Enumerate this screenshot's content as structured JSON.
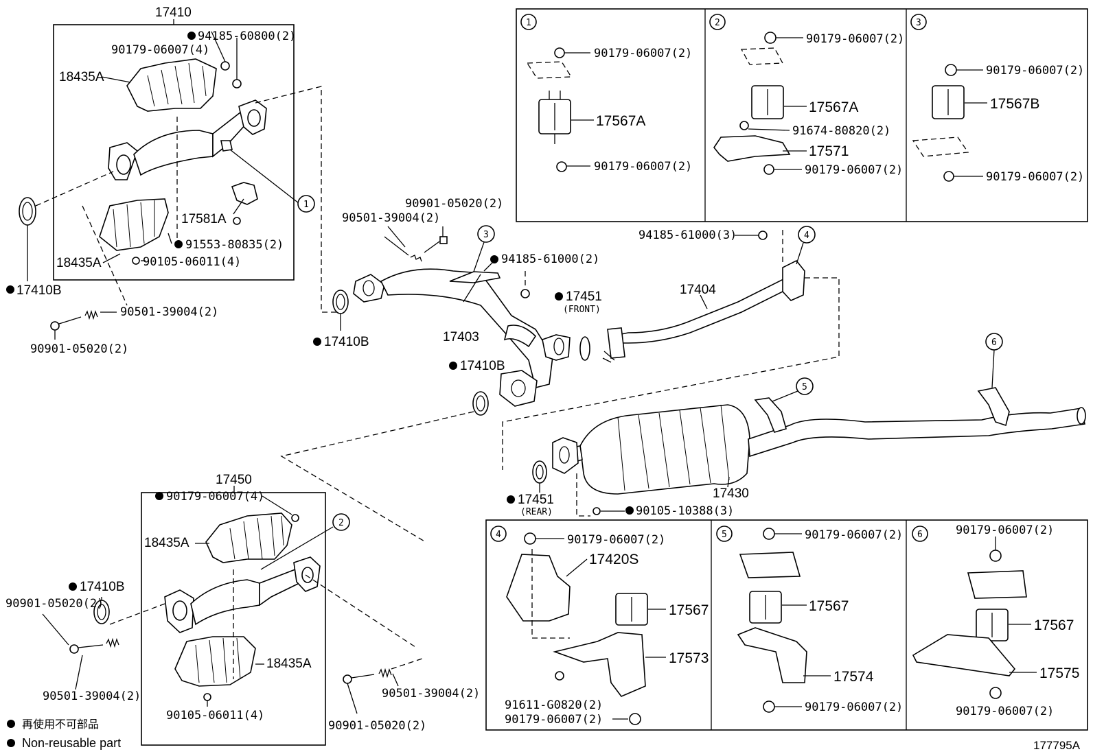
{
  "diagram_id": "177795A",
  "legend": {
    "jp": "再使用不可部品",
    "en": "Non-reusable part"
  },
  "labels": {
    "g17410": "17410",
    "g17450": "17450",
    "p94185_60800": "94185-60800(2)",
    "p90179_06007_4a": "90179-06007(4)",
    "p18435A_1": "18435A",
    "p17581A": "17581A",
    "p91553_80835": "91553-80835(2)",
    "p18435A_2": "18435A",
    "p90105_06011_a": "90105-06011(4)",
    "p17410B_1": "17410B",
    "p90501_39004_1": "90501-39004(2)",
    "p90901_05020_1": "90901-05020(2)",
    "p90901_05020_2": "90901-05020(2)",
    "p90501_39004_2": "90501-39004(2)",
    "p94185_61000_2": "94185-61000(2)",
    "p17410B_2": "17410B",
    "p17403": "17403",
    "p17451_front": "17451",
    "front": "(FRONT)",
    "p17404": "17404",
    "p94185_61000_3": "94185-61000(3)",
    "p17410B_3": "17410B",
    "p17430": "17430",
    "p17451_rear": "17451",
    "rear": "(REAR)",
    "p90105_10388": "90105-10388(3)",
    "p90179_06007_4b": "90179-06007(4)",
    "p18435A_3": "18435A",
    "p17410B_4": "17410B",
    "p90901_05020_3": "90901-05020(2)",
    "p18435A_4": "18435A",
    "p90501_39004_3": "90501-39004(2)",
    "p90105_06011_b": "90105-06011(4)",
    "p90501_39004_4": "90501-39004(2)",
    "p90901_05020_4": "90901-05020(2)",
    "c1": "1",
    "c2": "2",
    "c3": "3",
    "c4": "4",
    "c5": "5",
    "c6": "6"
  },
  "insets": {
    "i1": {
      "num": "1",
      "top_nut": "90179-06007(2)",
      "part": "17567A",
      "bot_nut": "90179-06007(2)"
    },
    "i2": {
      "num": "2",
      "top_nut": "90179-06007(2)",
      "part": "17567A",
      "bolt": "91674-80820(2)",
      "bracket": "17571",
      "bot_nut": "90179-06007(2)"
    },
    "i3": {
      "num": "3",
      "top_nut": "90179-06007(2)",
      "part": "17567B",
      "bot_nut": "90179-06007(2)"
    },
    "i4": {
      "num": "4",
      "top_nut": "90179-06007(2)",
      "shield": "17420S",
      "part": "17567",
      "bracket": "17573",
      "bolt": "91611-G0820(2)",
      "bot_nut": "90179-06007(2)"
    },
    "i5": {
      "num": "5",
      "top_nut": "90179-06007(2)",
      "part": "17567",
      "bracket": "17574",
      "bot_nut": "90179-06007(2)"
    },
    "i6": {
      "num": "6",
      "top_nut": "90179-06007(2)",
      "part": "17567",
      "bracket": "17575",
      "bot_nut": "90179-06007(2)"
    }
  }
}
